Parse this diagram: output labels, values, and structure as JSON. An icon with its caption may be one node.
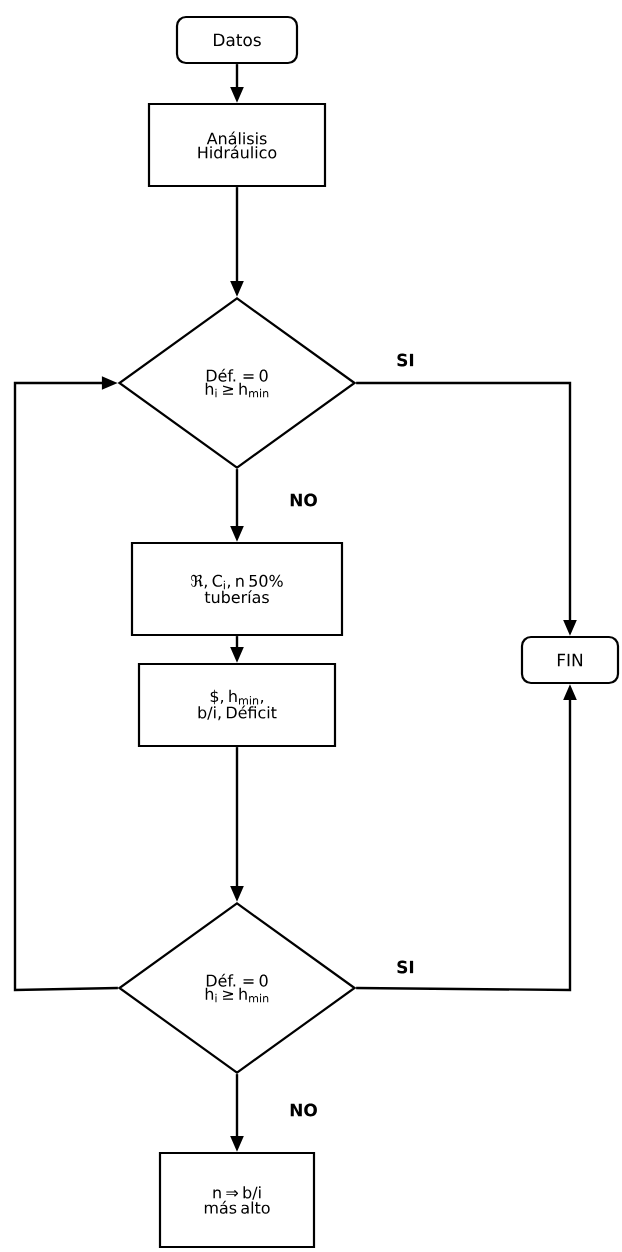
{
  "diagram": {
    "nodes": [
      {
        "text": [
          "Datos"
        ]
      },
      {
        "text": [
          "Análisis Hidráulico"
        ]
      },
      {
        "text": [
          "Déf. = 0 h$_{i}$ ≥ h$_{min}$"
        ]
      },
      {
        "text": [
          "ℜ, C$_{i}$, n 50% tuberías"
        ]
      },
      {
        "text": [
          "$, h$_{min}$, b/i, Déficit"
        ]
      },
      {
        "text": [
          "Déf. = 0 h$_{i}$ ≥ h$_{min}$"
        ]
      },
      {
        "text": [
          "n ⇒ b/i más alto"
        ]
      },
      {
        "text": [
          "FIN"
        ]
      }
    ],
    "edges": [
      {
        "from": 0,
        "to": 1,
        "arrow": "to"
      },
      {
        "from": 1,
        "to": 2,
        "arrow": "to"
      },
      {
        "from": 2,
        "to": 7,
        "arrow": "to",
        "label": "SI"
      },
      {
        "from": 2,
        "to": 3,
        "arrow": "to",
        "label": "NO"
      },
      {
        "from": 3,
        "to": 4,
        "arrow": "to"
      },
      {
        "from": 4,
        "to": 5,
        "arrow": "to"
      },
      {
        "from": 5,
        "to": 2,
        "arrow": "to"
      },
      {
        "from": 5,
        "to": 7,
        "arrow": "to",
        "label": "SI"
      },
      {
        "from": 5,
        "to": 6,
        "arrow": "to",
        "label": "NO"
      }
    ]
  }
}
